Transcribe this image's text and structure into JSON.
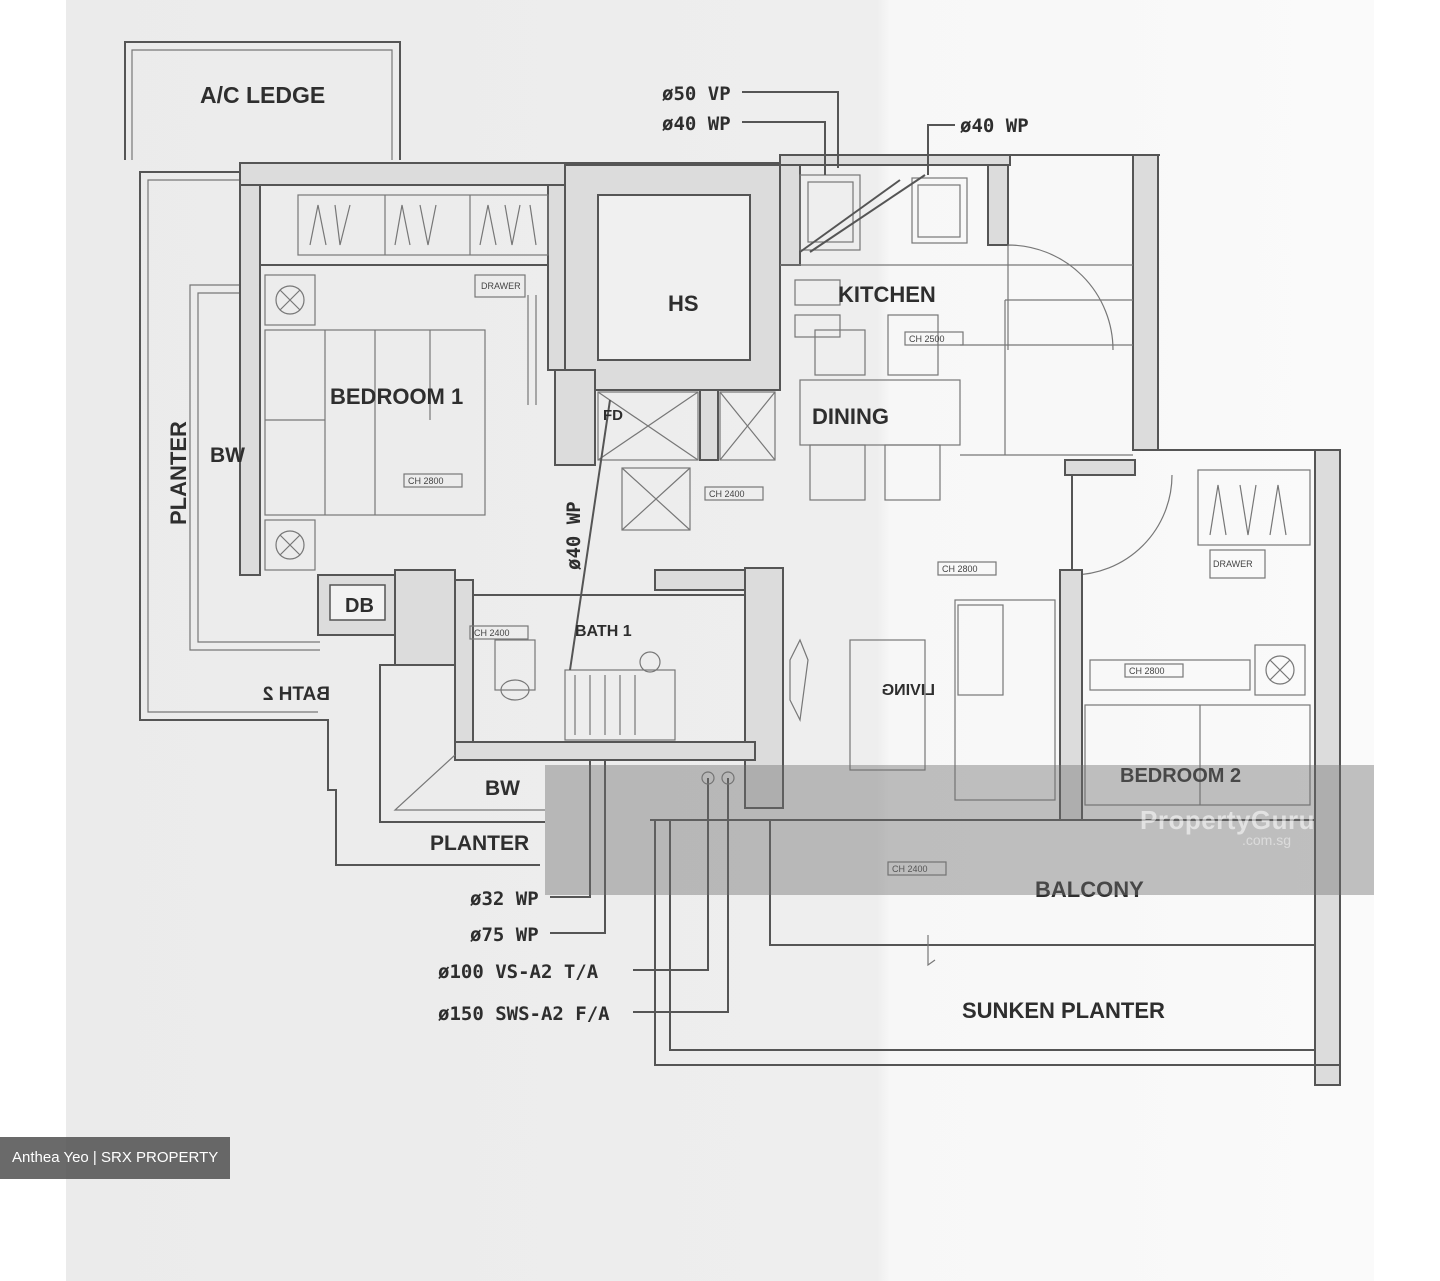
{
  "rooms": {
    "ac_ledge": "A/C LEDGE",
    "hs": "HS",
    "kitchen": "KITCHEN",
    "bedroom1": "BEDROOM 1",
    "dining": "DINING",
    "planter_left": "PLANTER",
    "bw_left": "BW",
    "db": "DB",
    "bath1": "BATH 1",
    "bath2_mirrored": "BATH 2",
    "living_mirrored": "LIVING",
    "bw_bottom": "BW",
    "planter_bottom": "PLANTER",
    "bedroom2": "BEDROOM 2",
    "balcony": "BALCONY",
    "sunken_planter": "SUNKEN PLANTER",
    "fd": "FD"
  },
  "pipes": {
    "vp50": "ø50 VP",
    "wp40_top": "ø40 WP",
    "wp40_right": "ø40 WP",
    "wp40_vertical": "ø40 WP",
    "wp32": "ø32 WP",
    "wp75": "ø75 WP",
    "vs100": "ø100 VS-A2 T/A",
    "sws150": "ø150 SWS-A2 F/A"
  },
  "ceiling_heights": {
    "bedroom1": "CH 2800",
    "dining": "CH 2500",
    "store": "CH 2400",
    "living": "CH 2800",
    "bath1": "CH 2400",
    "bedroom2": "CH 2800",
    "balcony": "CH 2400"
  },
  "fixtures": {
    "drawer": "DRAWER",
    "drawer2": "DRAWER"
  },
  "watermark": {
    "brand": "PropertyGuru",
    "sub": ".com.sg"
  },
  "credit": "Anthea Yeo | SRX PROPERTY"
}
